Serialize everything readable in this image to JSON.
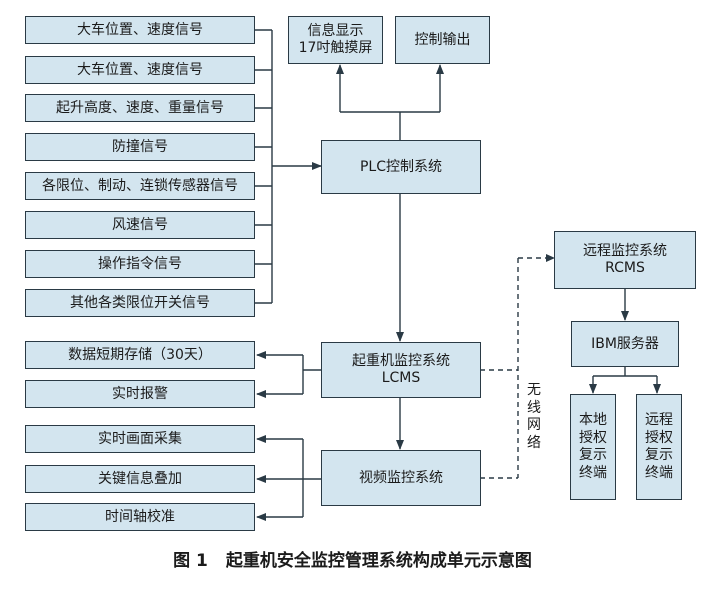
{
  "input_signals": [
    "大车位置、速度信号",
    "大车位置、速度信号",
    "起升高度、速度、重量信号",
    "防撞信号",
    "各限位、制动、连锁传感器信号",
    "风速信号",
    "操作指令信号",
    "其他各类限位开关信号"
  ],
  "plc": {
    "label": "PLC控制系统",
    "outputs": {
      "display_line1": "信息显示",
      "display_line2": "17吋触摸屏",
      "control": "控制输出"
    }
  },
  "lcms": {
    "line1": "起重机监控系统",
    "line2": "LCMS"
  },
  "lcms_outputs": [
    "数据短期存储（30天）",
    "实时报警"
  ],
  "video": {
    "label": "视频监控系统",
    "functions": [
      "实时画面采集",
      "关键信息叠加",
      "时间轴校准"
    ]
  },
  "wireless": [
    "无",
    "线",
    "网",
    "络"
  ],
  "rcms": {
    "line1": "远程监控系统",
    "line2": "RCMS"
  },
  "ibm": "IBM服务器",
  "local_terminal": [
    "本地",
    "授权",
    "复示",
    "终端"
  ],
  "remote_terminal": [
    "远程",
    "授权",
    "复示",
    "终端"
  ],
  "caption": {
    "figure": "图 1",
    "title": "起重机安全监控管理系统构成单元示意图"
  },
  "colors": {
    "box_fill": "#d3e5ef",
    "line": "#2a3a45"
  }
}
